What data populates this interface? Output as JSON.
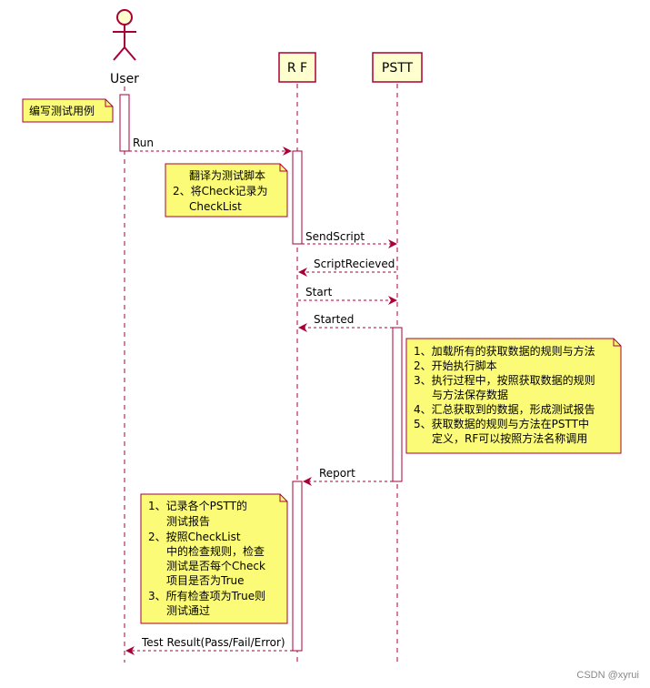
{
  "participants": {
    "user": "User",
    "rf": "R F",
    "pstt": "PSTT"
  },
  "colors": {
    "lifeline_border": "#A80036",
    "participant_fill": "#FEFECE",
    "note_fill": "#FBFB77",
    "arrow": "#A80036"
  },
  "notes": {
    "note1": [
      "编写测试用例"
    ],
    "note2": [
      "翻译为测试脚本",
      "2、将Check记录为",
      "CheckList"
    ],
    "note3": [
      "1、加载所有的获取数据的规则与方法",
      "2、开始执行脚本",
      "3、执行过程中，按照获取数据的规则",
      "与方法保存数据",
      "4、汇总获取到的数据，形成测试报告",
      "5、获取数据的规则与方法在PSTT中",
      "定义，RF可以按照方法名称调用"
    ],
    "note4": [
      "1、记录各个PSTT的",
      "测试报告",
      "2、按照CheckList",
      "中的检查规则，检查",
      "测试是否每个Check",
      "项目是否为True",
      "3、所有检查项为True则",
      "测试通过"
    ]
  },
  "messages": {
    "run": "Run",
    "send_script": "SendScript",
    "script_received": "ScriptRecieved",
    "start": "Start",
    "started": "Started",
    "report": "Report",
    "test_result": "Test Result(Pass/Fail/Error)"
  },
  "watermark": "CSDN @xyrui"
}
